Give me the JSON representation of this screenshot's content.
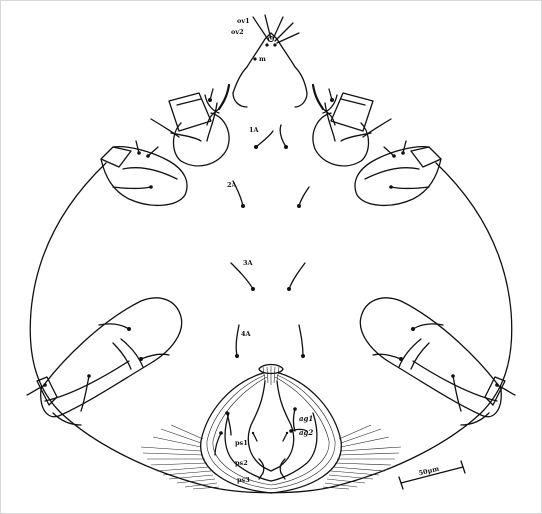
{
  "labels": {
    "ov1": "ov1",
    "ov2": "ov2",
    "m": "m",
    "a1": "1A",
    "a2": "2A",
    "a3": "3A",
    "a4": "4A",
    "ag1": "ag1",
    "ag2": "ag2",
    "ps1": "ps1",
    "ps2": "ps2",
    "ps3": "ps3",
    "scale": "50µm"
  }
}
